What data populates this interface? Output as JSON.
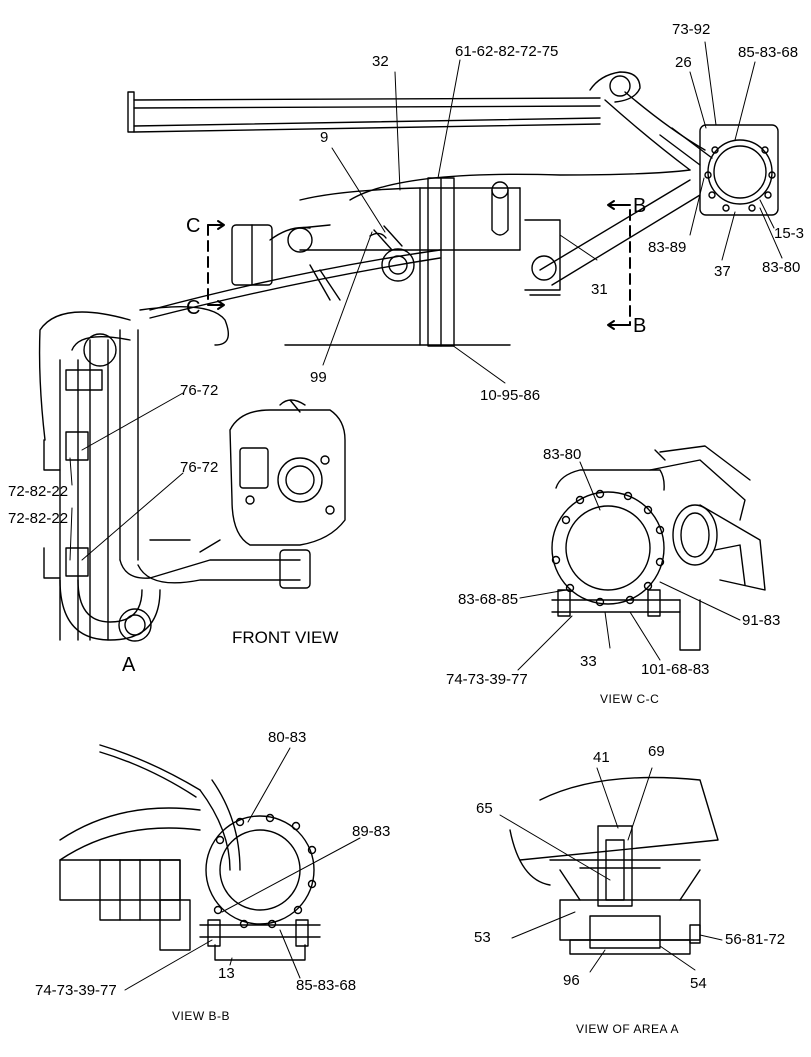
{
  "views": {
    "front": "FRONT VIEW",
    "cc": "VIEW  C-C",
    "bb": "VIEW  B-B",
    "area_a": "VIEW OF AREA  A"
  },
  "section_marks": {
    "c_top": "C",
    "c_bottom": "C",
    "b_top": "B",
    "b_bottom": "B",
    "a": "A"
  },
  "front_callouts": {
    "c32": "32",
    "c61": "61-62-82-72-75",
    "c73_92": "73-92",
    "c26": "26",
    "c85_83_68": "85-83-68",
    "c9": "9",
    "c99": "99",
    "c10": "10-95-86",
    "c31": "31",
    "c83_89": "83-89",
    "c37": "37",
    "c83_80": "83-80",
    "c15_3": "15-3",
    "c76_72_a": "76-72",
    "c76_72_b": "76-72",
    "c72_82_22_a": "72-82-22",
    "c72_82_22_b": "72-82-22"
  },
  "cc_callouts": {
    "c83_80": "83-80",
    "c83_68_85": "83-68-85",
    "c91_83": "91-83",
    "c74": "74-73-39-77",
    "c33": "33",
    "c101": "101-68-83"
  },
  "bb_callouts": {
    "c80_83": "80-83",
    "c89_83": "89-83",
    "c74": "74-73-39-77",
    "c13": "13",
    "c85_83_68": "85-83-68"
  },
  "area_a_callouts": {
    "c41": "41",
    "c69": "69",
    "c65": "65",
    "c53": "53",
    "c56": "56-81-72",
    "c96": "96",
    "c54": "54"
  }
}
